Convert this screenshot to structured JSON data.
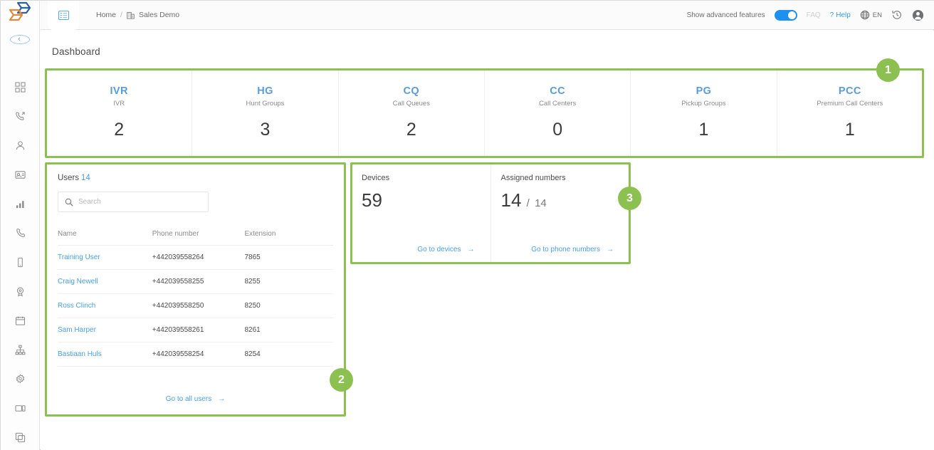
{
  "sidebar": {
    "logo_name": "app-logo",
    "collapse_label": "‹",
    "items": [
      {
        "icon": "dashboard-grid-icon",
        "name": "dashboard"
      },
      {
        "icon": "phone-outgoing-icon",
        "name": "calls"
      },
      {
        "icon": "user-icon",
        "name": "users"
      },
      {
        "icon": "contact-card-icon",
        "name": "directory"
      },
      {
        "icon": "bar-chart-icon",
        "name": "statistics"
      },
      {
        "icon": "phone-handset-icon",
        "name": "phone-numbers"
      },
      {
        "icon": "mobile-device-icon",
        "name": "devices"
      },
      {
        "icon": "location-badge-icon",
        "name": "locations"
      },
      {
        "icon": "calendar-icon",
        "name": "schedules"
      },
      {
        "icon": "sitemap-icon",
        "name": "org-structure"
      },
      {
        "icon": "gear-icon",
        "name": "settings"
      },
      {
        "icon": "tablet-icon",
        "name": "hardware"
      },
      {
        "icon": "layers-copy-icon",
        "name": "templates"
      }
    ]
  },
  "header": {
    "menu_icon": "list-menu-icon",
    "breadcrumb": {
      "home": "Home",
      "separator": "/",
      "site_icon": "building-icon",
      "site": "Sales Demo"
    },
    "advanced_features_label": "Show advanced features",
    "advanced_features_on": true,
    "faq_label": "FAQ",
    "help_label": "Help",
    "help_icon": "question-mark-icon",
    "globe_icon": "globe-icon",
    "language": "EN",
    "history_icon": "history-clock-icon",
    "account_icon": "user-account-icon"
  },
  "page": {
    "title": "Dashboard"
  },
  "annotations": [
    {
      "id": "1",
      "label": "1"
    },
    {
      "id": "2",
      "label": "2"
    },
    {
      "id": "3",
      "label": "3"
    }
  ],
  "kpi_cards": [
    {
      "abbr": "IVR",
      "name": "IVR",
      "value": "2"
    },
    {
      "abbr": "HG",
      "name": "Hunt Groups",
      "value": "3"
    },
    {
      "abbr": "CQ",
      "name": "Call Queues",
      "value": "2"
    },
    {
      "abbr": "CC",
      "name": "Call Centers",
      "value": "0"
    },
    {
      "abbr": "PG",
      "name": "Pickup Groups",
      "value": "1"
    },
    {
      "abbr": "PCC",
      "name": "Premium Call Centers",
      "value": "1"
    }
  ],
  "users_panel": {
    "title": "Users",
    "count": "14",
    "search_placeholder": "Search",
    "search_value": "",
    "search_icon": "search-icon",
    "columns": [
      "Name",
      "Phone number",
      "Extension"
    ],
    "rows": [
      {
        "name": "Training User",
        "phone": "+442039558264",
        "extension": "7865"
      },
      {
        "name": "Craig Newell",
        "phone": "+442039558255",
        "extension": "8255"
      },
      {
        "name": "Ross Clinch",
        "phone": "+442039558250",
        "extension": "8250"
      },
      {
        "name": "Sam Harper",
        "phone": "+442039558261",
        "extension": "8261"
      },
      {
        "name": "Bastiaan Huls",
        "phone": "+442039558254",
        "extension": "8254"
      }
    ],
    "go_link": "Go to all users",
    "arrow": "→"
  },
  "devices_panel": {
    "devices_label": "Devices",
    "devices_value": "59",
    "devices_link": "Go to devices",
    "numbers_label": "Assigned numbers",
    "numbers_assigned": "14",
    "numbers_divider": "/",
    "numbers_total": "14",
    "numbers_link": "Go to phone numbers",
    "arrow": "→"
  },
  "colors": {
    "accent_blue": "#4a9fe0",
    "highlight_green": "#8cc152",
    "toggle_on": "#1e90ef",
    "logo_blue": "#2f5f9e",
    "logo_orange": "#d98c3f"
  }
}
